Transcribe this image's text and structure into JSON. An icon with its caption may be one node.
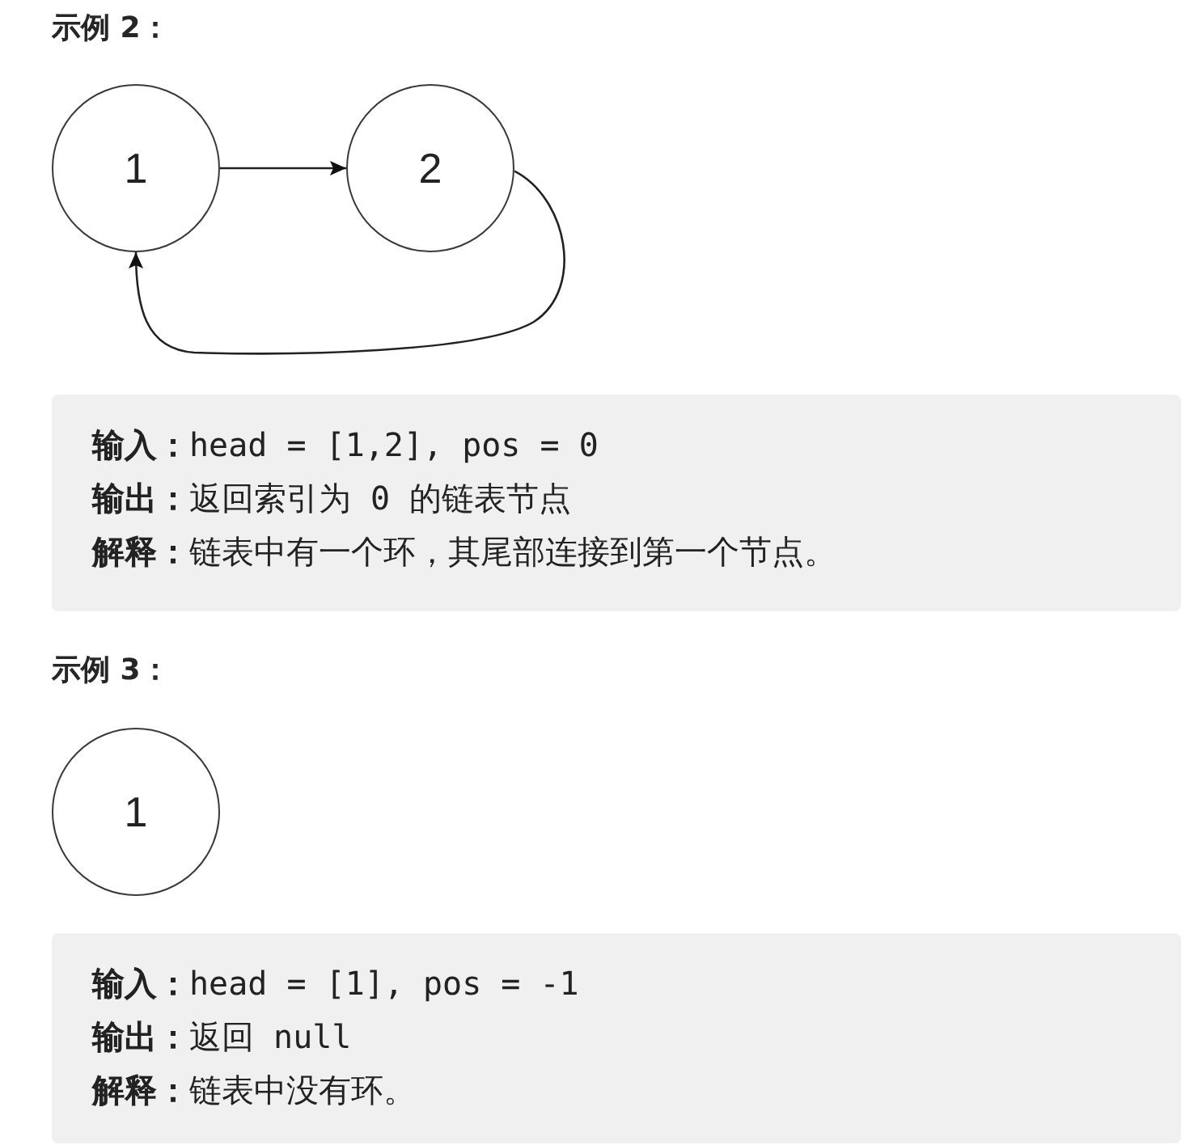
{
  "diagram": {
    "nodes": [
      {
        "text": [
          "1"
        ]
      },
      {
        "text": [
          "2"
        ]
      },
      {
        "text": [
          "**输入：**head = [1,2], pos = 0",
          "**输出：**返回索引为 0 的链表节点",
          "**解释：**链表中有一个环，其尾部连接到第一个节点。"
        ]
      },
      {
        "text": [
          "1"
        ]
      },
      {
        "text": [
          "**输入：**head = [1], pos = -1",
          "**输出：**返回 null",
          "**解释：**链表中没有环。"
        ]
      }
    ],
    "edges": [
      {
        "from": 0,
        "to": 1,
        "arrow": "to"
      },
      {
        "from": 1,
        "to": 0,
        "arrow": "to"
      }
    ],
    "labels": [
      "示例 2：",
      "示例 3："
    ]
  }
}
